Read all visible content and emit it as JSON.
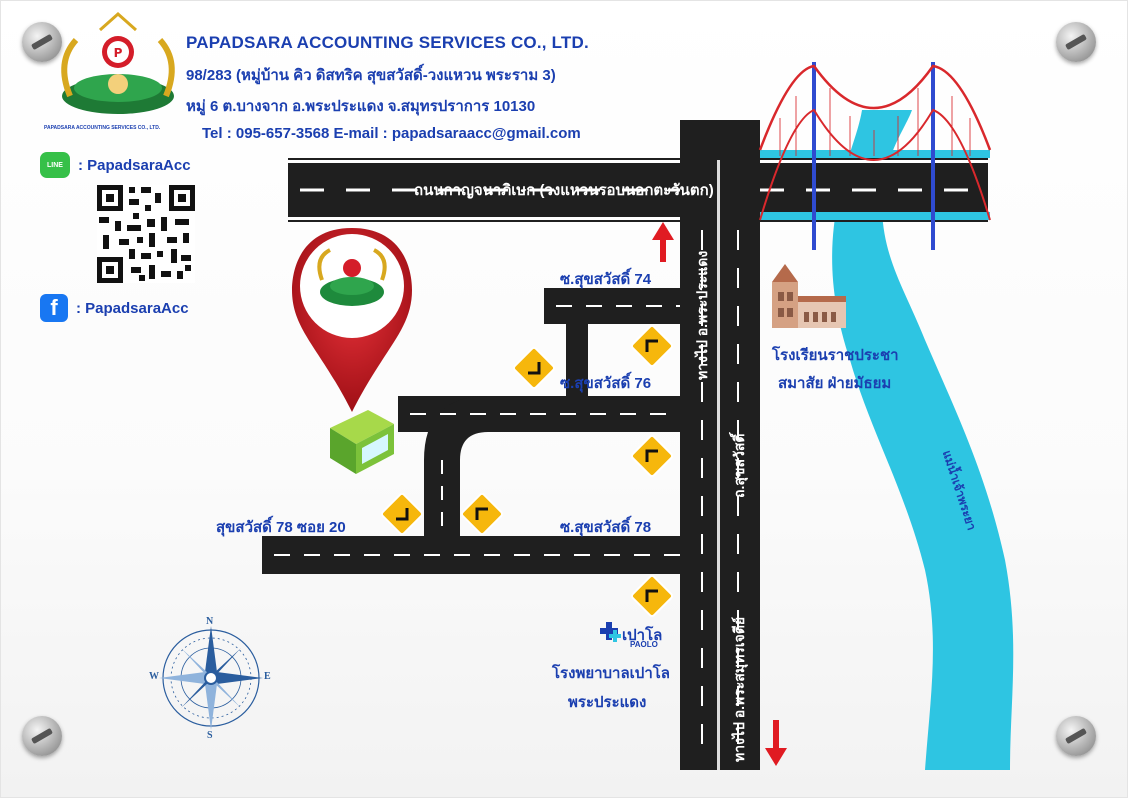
{
  "company": {
    "name": "PAPADSARA ACCOUNTING SERVICES CO., LTD.",
    "address_line1": "98/283 (หมู่บ้าน คิว ดิสทริค สุขสวัสดิ์-วงแหวน พระราม 3)",
    "address_line2": "หมู่ 6 ต.บางจาก อ.พระประแดง จ.สมุทรปราการ 10130",
    "contact": "Tel : 095-657-3568 E-mail : papadsaraacc@gmail.com",
    "logo_caption": "PAPADSARA ACCOUNTING SERVICES CO., LTD."
  },
  "social": {
    "line_badge": "LINE",
    "line_id": ": PapadsaraAcc",
    "facebook_id": ": PapadsaraAcc"
  },
  "roads": {
    "main_road": "ถนนกาญจนาภิเษก (วงแหวนรอบนอกตะวันตก)",
    "to_phra_pradaeng_top": "ทางไป อ.พระประแดง",
    "suksawat_road": "ถ.สุขสวัสดิ์",
    "to_phra_samut_chedi": "ทางไป อ.พระสมุทรเจดีย์",
    "soi_74": "ซ.สุขสวัสดิ์ 74",
    "soi_76": "ซ.สุขสวัสดิ์ 76",
    "soi_78": "ซ.สุขสวัสดิ์ 78",
    "soi_78_20": "สุขสวัสดิ์ 78 ซอย 20"
  },
  "landmarks": {
    "school_line1": "โรงเรียนราชประชา",
    "school_line2": "สมาสัย ฝ่ายมัธยม",
    "hospital_brand_th": "เปาโล",
    "hospital_brand_en": "PAOLO",
    "hospital_line1": "โรงพยาบาลเปาโล",
    "hospital_line2": "พระประแดง",
    "river": "แม่น้ำเจ้าพระยา"
  },
  "compass": {
    "n": "N",
    "s": "S",
    "e": "E",
    "w": "W"
  },
  "icons": [
    "location-pin-icon",
    "building-icon",
    "turn-sign-icon",
    "compass-icon",
    "bridge-icon",
    "school-icon",
    "hospital-icon",
    "arrow-up-icon",
    "arrow-down-icon",
    "line-icon",
    "facebook-icon",
    "qr-code"
  ],
  "colors": {
    "heading_blue": "#1b3fb0",
    "road": "#1f1f1f",
    "river": "#2ec5e2",
    "pin_red": "#c8161d",
    "sign_yellow": "#f6b70c",
    "bridge_red": "#d9282c",
    "bridge_tower": "#2f4bd0"
  }
}
